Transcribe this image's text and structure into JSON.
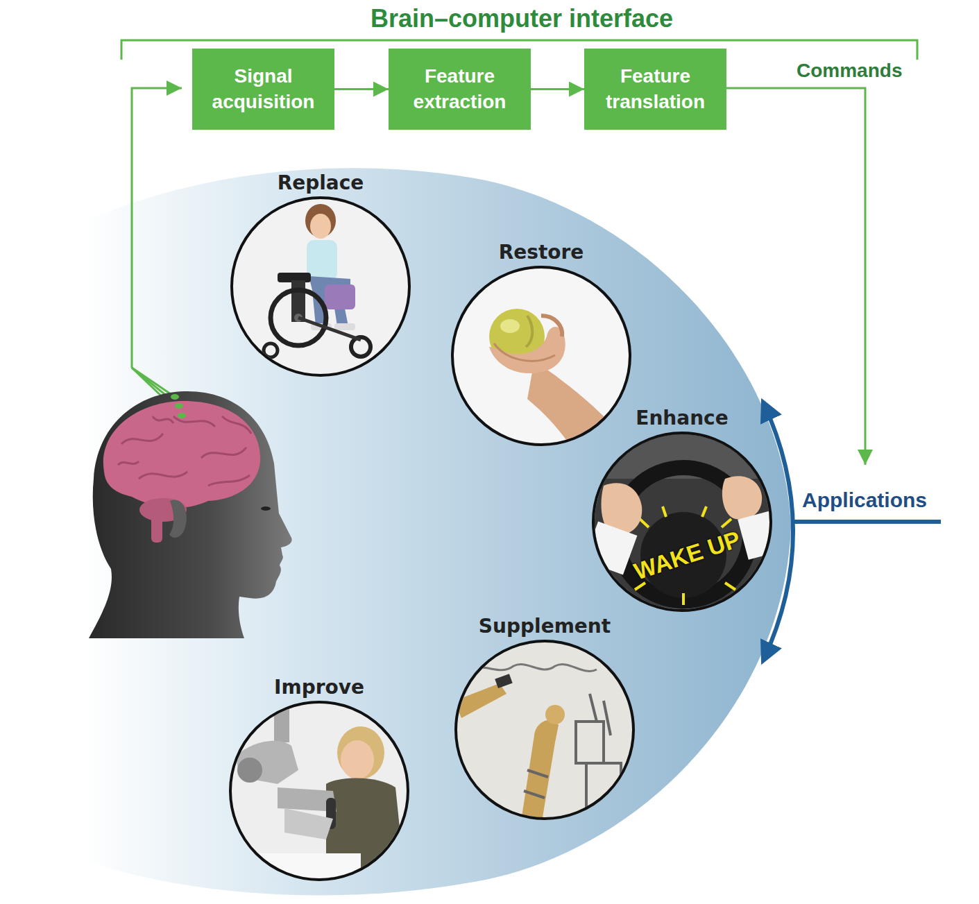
{
  "diagram": {
    "title": "Brain–computer interface",
    "nodes": [
      {
        "text": [
          "Signal acquisition"
        ]
      },
      {
        "text": [
          "Feature extraction"
        ]
      },
      {
        "text": [
          "Feature translation"
        ]
      },
      {
        "text": [
          "Replace"
        ]
      },
      {
        "text": [
          "Restore"
        ]
      },
      {
        "text": [
          "Enhance"
        ]
      },
      {
        "text": [
          "Supplement"
        ]
      },
      {
        "text": [
          "Improve"
        ]
      }
    ],
    "edges": [
      {
        "from": 0,
        "to": 1,
        "arrow": "to"
      },
      {
        "from": 1,
        "to": 2,
        "arrow": "to"
      }
    ],
    "labels": [
      "Commands",
      "Applications",
      "WAKE UP"
    ]
  }
}
